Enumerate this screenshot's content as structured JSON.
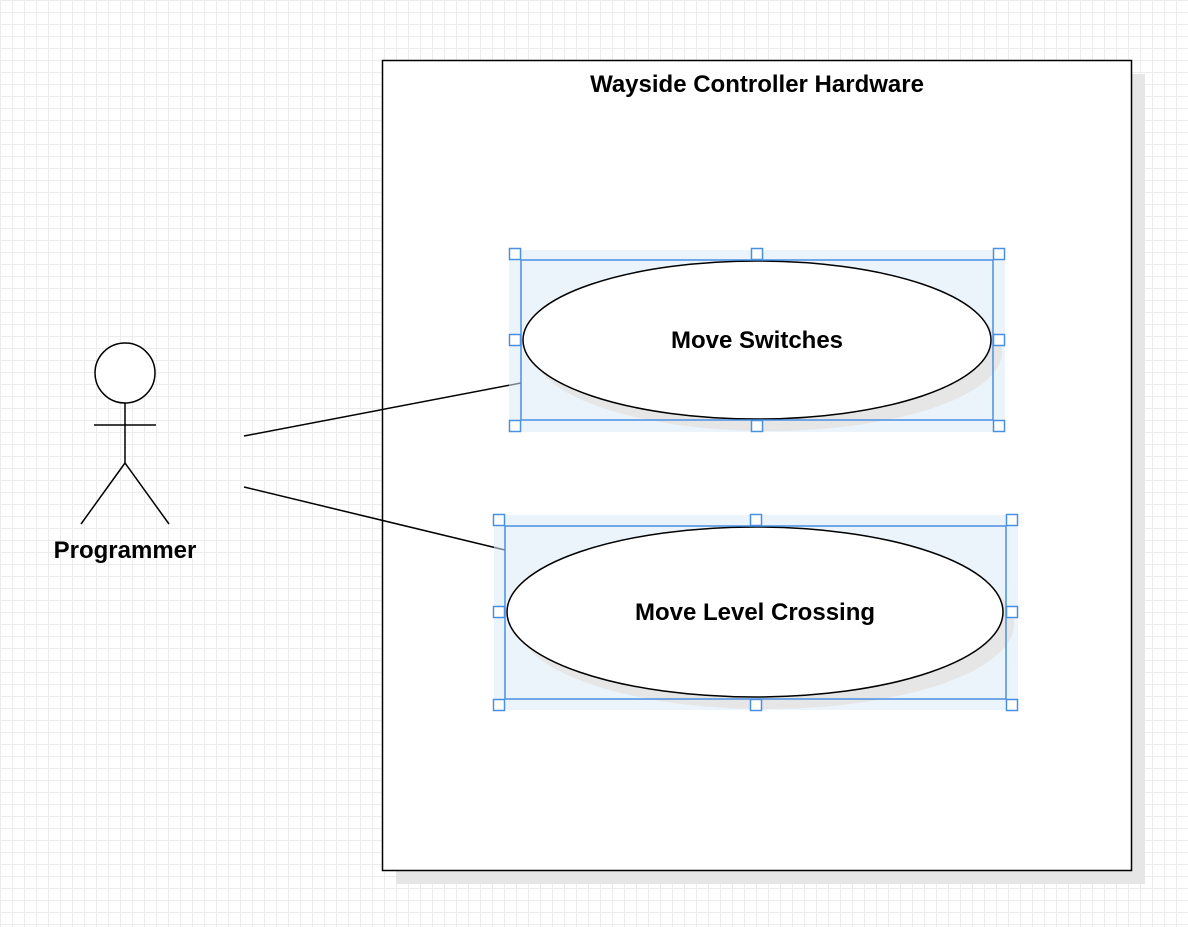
{
  "diagram": {
    "system_boundary": {
      "title": "Wayside Controller Hardware"
    },
    "actor": {
      "name": "Programmer"
    },
    "use_cases": [
      {
        "label": "Move Switches",
        "selected": true
      },
      {
        "label": "Move Level Crossing",
        "selected": true
      }
    ],
    "colors": {
      "stroke": "#000000",
      "selection": "#4a90e2",
      "selection_fill": "#dbe9f8",
      "shadow": "#e6e6e6",
      "grid": "#ececec"
    }
  }
}
